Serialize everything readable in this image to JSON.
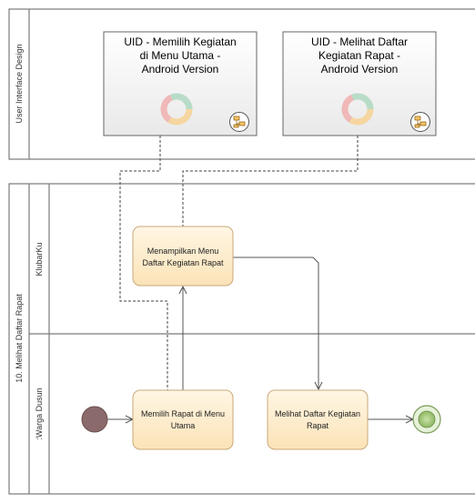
{
  "pools": {
    "top": {
      "label": "User Interface Design"
    },
    "bottom": {
      "label": "10. Melihat Daftar Rapat",
      "lanes": [
        {
          "label": "KlubarKu"
        },
        {
          "label": ":Warga Dusun"
        }
      ]
    }
  },
  "uid_boxes": [
    {
      "lines": [
        "UID - Memilih Kegiatan",
        "di Menu Utama -",
        "Android Version"
      ]
    },
    {
      "lines": [
        "UID - Melihat Daftar",
        "Kegiatan Rapat -",
        "Android Version"
      ]
    }
  ],
  "activities": [
    {
      "lines": [
        "Menampilkan Menu",
        "Daftar Kegiatan Rapat"
      ]
    },
    {
      "lines": [
        "Memilih Rapat di Menu",
        "Utama"
      ]
    },
    {
      "lines": [
        "Melihat Daftar Kegiatan",
        "Rapat"
      ]
    }
  ],
  "colors": {
    "activity_fill": "#fdebc8",
    "activity_stroke": "#c9a97a",
    "start_node": "#8a6a6a",
    "end_node": "#9bbf73",
    "frame": "#7a7a7a"
  }
}
